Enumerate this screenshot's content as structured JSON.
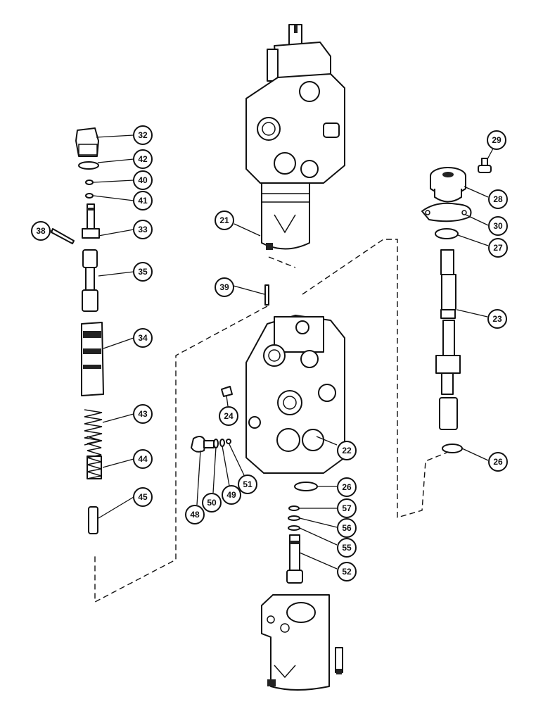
{
  "diagram": {
    "callouts": [
      {
        "id": "c21",
        "label": "21"
      },
      {
        "id": "c22",
        "label": "22"
      },
      {
        "id": "c23",
        "label": "23"
      },
      {
        "id": "c24",
        "label": "24"
      },
      {
        "id": "c26a",
        "label": "26"
      },
      {
        "id": "c26b",
        "label": "26"
      },
      {
        "id": "c27",
        "label": "27"
      },
      {
        "id": "c28",
        "label": "28"
      },
      {
        "id": "c29",
        "label": "29"
      },
      {
        "id": "c30",
        "label": "30"
      },
      {
        "id": "c32",
        "label": "32"
      },
      {
        "id": "c33",
        "label": "33"
      },
      {
        "id": "c34",
        "label": "34"
      },
      {
        "id": "c35",
        "label": "35"
      },
      {
        "id": "c38",
        "label": "38"
      },
      {
        "id": "c39",
        "label": "39"
      },
      {
        "id": "c40",
        "label": "40"
      },
      {
        "id": "c41",
        "label": "41"
      },
      {
        "id": "c42",
        "label": "42"
      },
      {
        "id": "c43",
        "label": "43"
      },
      {
        "id": "c44",
        "label": "44"
      },
      {
        "id": "c45",
        "label": "45"
      },
      {
        "id": "c48",
        "label": "48"
      },
      {
        "id": "c49",
        "label": "49"
      },
      {
        "id": "c50",
        "label": "50"
      },
      {
        "id": "c51",
        "label": "51"
      },
      {
        "id": "c52",
        "label": "52"
      },
      {
        "id": "c55",
        "label": "55"
      },
      {
        "id": "c56",
        "label": "56"
      },
      {
        "id": "c57",
        "label": "57"
      }
    ]
  }
}
